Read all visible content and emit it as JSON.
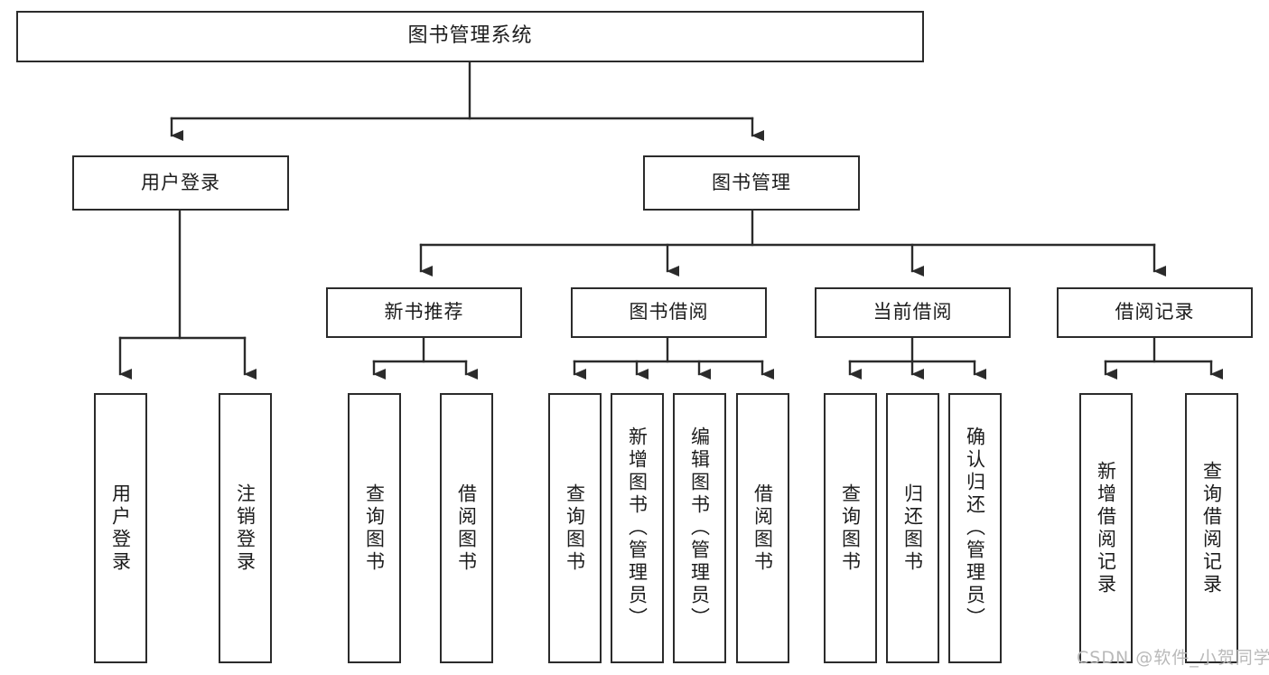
{
  "diagram": {
    "type": "tree",
    "title": "图书管理系统",
    "orientation": "top-down",
    "colors": {
      "box_border": "#2b2b2b",
      "box_fill": "#ffffff",
      "edge": "#2b2b2b",
      "text": "#1c1c1c",
      "watermark": "#b9b9b9"
    },
    "levels": {
      "root": {
        "label": "图书管理系统"
      },
      "level2": [
        {
          "id": "user-login",
          "label": "用户登录"
        },
        {
          "id": "book-management",
          "label": "图书管理"
        }
      ],
      "level3": [
        {
          "id": "new-book-recommend",
          "label": "新书推荐"
        },
        {
          "id": "book-borrow",
          "label": "图书借阅"
        },
        {
          "id": "current-borrow",
          "label": "当前借阅"
        },
        {
          "id": "borrow-record",
          "label": "借阅记录"
        }
      ],
      "leaves": {
        "user-login": [
          {
            "id": "leaf-user-login",
            "label": "用户登录"
          },
          {
            "id": "leaf-logout-login",
            "label": "注销登录"
          }
        ],
        "new-book-recommend": [
          {
            "id": "leaf-query-book-1",
            "label": "查询图书"
          },
          {
            "id": "leaf-borrow-book-1",
            "label": "借阅图书"
          }
        ],
        "book-borrow": [
          {
            "id": "leaf-query-book-2",
            "label": "查询图书"
          },
          {
            "id": "leaf-add-book-admin",
            "label": "新增图书（管理员）"
          },
          {
            "id": "leaf-edit-book-admin",
            "label": "编辑图书（管理员）"
          },
          {
            "id": "leaf-borrow-book-2",
            "label": "借阅图书"
          }
        ],
        "current-borrow": [
          {
            "id": "leaf-query-book-3",
            "label": "查询图书"
          },
          {
            "id": "leaf-return-book",
            "label": "归还图书"
          },
          {
            "id": "leaf-confirm-return-admin",
            "label": "确认归还（管理员）"
          }
        ],
        "borrow-record": [
          {
            "id": "leaf-add-borrow-record",
            "label": "新增借阅记录"
          },
          {
            "id": "leaf-query-borrow-record",
            "label": "查询借阅记录"
          }
        ]
      }
    }
  },
  "watermark": {
    "text": "CSDN @软件_小贺同学"
  }
}
